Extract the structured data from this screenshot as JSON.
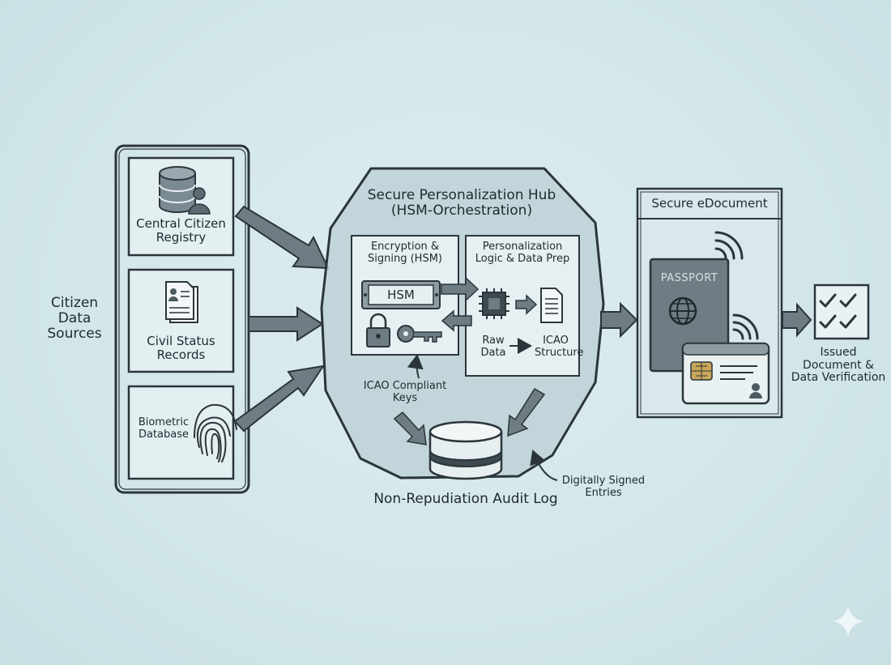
{
  "sources": {
    "label_line1": "Citizen",
    "label_line2": "Data",
    "label_line3": "Sources",
    "registry_line1": "Central Citizen",
    "registry_line2": "Registry",
    "civil_line1": "Civil Status",
    "civil_line2": "Records",
    "biometric_line1": "Biometric",
    "biometric_line2": "Database"
  },
  "hub": {
    "title_line1": "Secure Personalization Hub",
    "title_line2": "(HSM-Orchestration)",
    "enc_line1": "Encryption &",
    "enc_line2": "Signing (HSM)",
    "hsm_label": "HSM",
    "perso_line1": "Personalization",
    "perso_line2": "Logic & Data Prep",
    "raw_line1": "Raw",
    "raw_line2": "Data",
    "icao_line1": "ICAO",
    "icao_line2": "Structure",
    "keys_line1": "ICAO Compliant",
    "keys_line2": "Keys"
  },
  "audit": {
    "label": "Non-Repudiation Audit Log",
    "signed_line1": "Digitally Signed",
    "signed_line2": "Entries"
  },
  "edoc": {
    "title": "Secure eDocument",
    "passport_label": "PASSPORT"
  },
  "issued": {
    "line1": "Issued",
    "line2": "Document &",
    "line3": "Data Verification"
  }
}
